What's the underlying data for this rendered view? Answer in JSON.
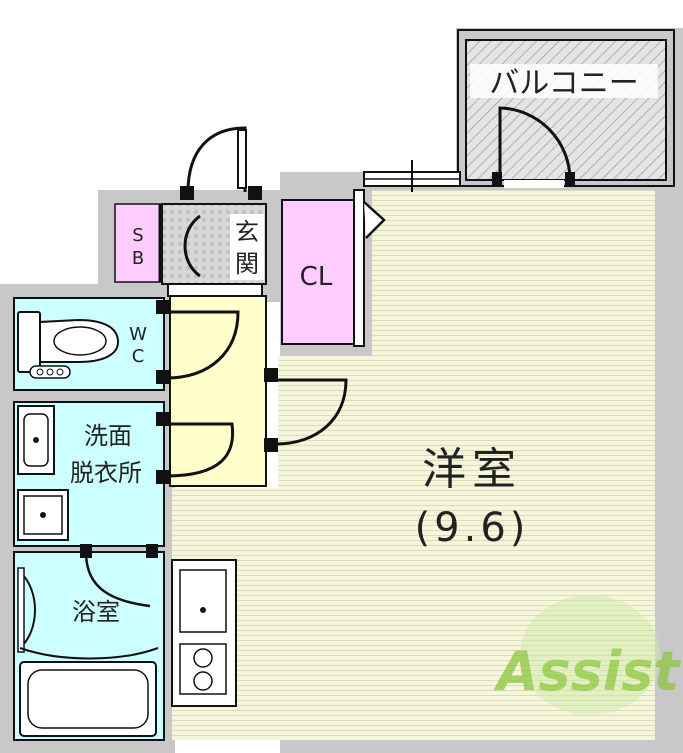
{
  "rooms": {
    "balcony": "バルコニー",
    "entrance": "玄関",
    "shoe_box": "SB",
    "closet": "CL",
    "toilet": "WC",
    "washroom_line1": "洗面",
    "washroom_line2": "脱衣所",
    "bath": "浴室",
    "western_room": "洋室",
    "western_room_size": "(9.6)"
  },
  "logo": {
    "text": "Assist"
  },
  "colors": {
    "wall": "#c8c8c8",
    "floor_western": "#f4f4d8",
    "hall": "#ffffcc",
    "closet": "#ffccff",
    "wet_area": "#ccffff",
    "balcony": "#e0e0e0",
    "entry_tile": "#dcdcdc",
    "line": "#111111",
    "logo": "#9ed34a"
  }
}
